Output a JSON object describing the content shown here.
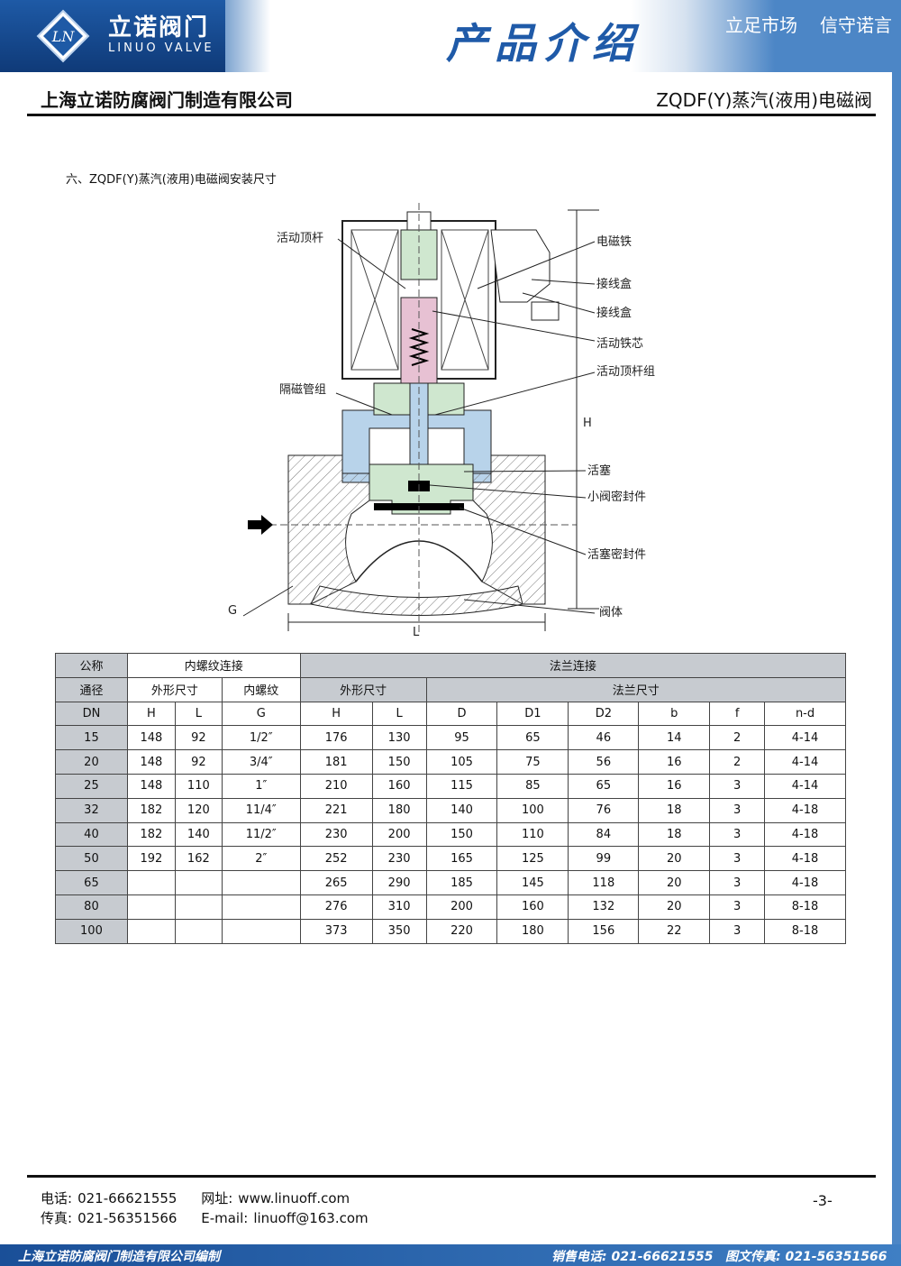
{
  "header": {
    "logo_cn": "立诺阀门",
    "logo_en": "LINUO VALVE",
    "logo_mark": "LN",
    "title": "产品介绍",
    "slogan_1": "立足市场",
    "slogan_2": "信守诺言",
    "company": "上海立诺防腐阀门制造有限公司",
    "product": "ZQDF(Y)蒸汽(液用)电磁阀"
  },
  "section": {
    "title": "六、ZQDF(Y)蒸汽(液用)电磁阀安装尺寸"
  },
  "diagram": {
    "labels": {
      "push_rod": "活动顶杆",
      "magnet": "电磁铁",
      "junction_box_1": "接线盒",
      "junction_box_2": "接线盒",
      "core": "活动铁芯",
      "push_rod_group": "活动顶杆组",
      "isolation_tube": "隔磁管组",
      "piston": "活塞",
      "small_seal": "小阀密封件",
      "piston_seal": "活塞密封件",
      "body": "阀体",
      "g": "G",
      "h": "H",
      "l": "L"
    }
  },
  "table": {
    "group_headers": {
      "nominal_1": "公称",
      "nominal_2": "通径",
      "internal_thread_conn": "内螺纹连接",
      "flange_conn": "法兰连接",
      "outer_size_1": "外形尺寸",
      "inner_thread": "内螺纹",
      "outer_size_2": "外形尺寸",
      "flange_size": "法兰尺寸"
    },
    "columns": [
      "DN",
      "H",
      "L",
      "G",
      "H",
      "L",
      "D",
      "D1",
      "D2",
      "b",
      "f",
      "n-d"
    ],
    "rows": [
      [
        "15",
        "148",
        "92",
        "1/2″",
        "176",
        "130",
        "95",
        "65",
        "46",
        "14",
        "2",
        "4-14"
      ],
      [
        "20",
        "148",
        "92",
        "3/4″",
        "181",
        "150",
        "105",
        "75",
        "56",
        "16",
        "2",
        "4-14"
      ],
      [
        "25",
        "148",
        "110",
        "1″",
        "210",
        "160",
        "115",
        "85",
        "65",
        "16",
        "3",
        "4-14"
      ],
      [
        "32",
        "182",
        "120",
        "11/4″",
        "221",
        "180",
        "140",
        "100",
        "76",
        "18",
        "3",
        "4-18"
      ],
      [
        "40",
        "182",
        "140",
        "11/2″",
        "230",
        "200",
        "150",
        "110",
        "84",
        "18",
        "3",
        "4-18"
      ],
      [
        "50",
        "192",
        "162",
        "2″",
        "252",
        "230",
        "165",
        "125",
        "99",
        "20",
        "3",
        "4-18"
      ],
      [
        "65",
        "",
        "",
        "",
        "265",
        "290",
        "185",
        "145",
        "118",
        "20",
        "3",
        "4-18"
      ],
      [
        "80",
        "",
        "",
        "",
        "276",
        "310",
        "200",
        "160",
        "132",
        "20",
        "3",
        "8-18"
      ],
      [
        "100",
        "",
        "",
        "",
        "373",
        "350",
        "220",
        "180",
        "156",
        "22",
        "3",
        "8-18"
      ]
    ]
  },
  "footer": {
    "tel_label": "电话:",
    "tel": "021-66621555",
    "web_label": "网址:",
    "web": "www.linuoff.com",
    "fax_label": "传真:",
    "fax": "021-56351566",
    "email_label": "E-mail:",
    "email": "linuoff@163.com",
    "page": "-3-",
    "band_left": "上海立诺防腐阀门制造有限公司编制",
    "band_sales": "销售电话: 021-66621555",
    "band_fax": "图文传真: 021-56351566"
  }
}
